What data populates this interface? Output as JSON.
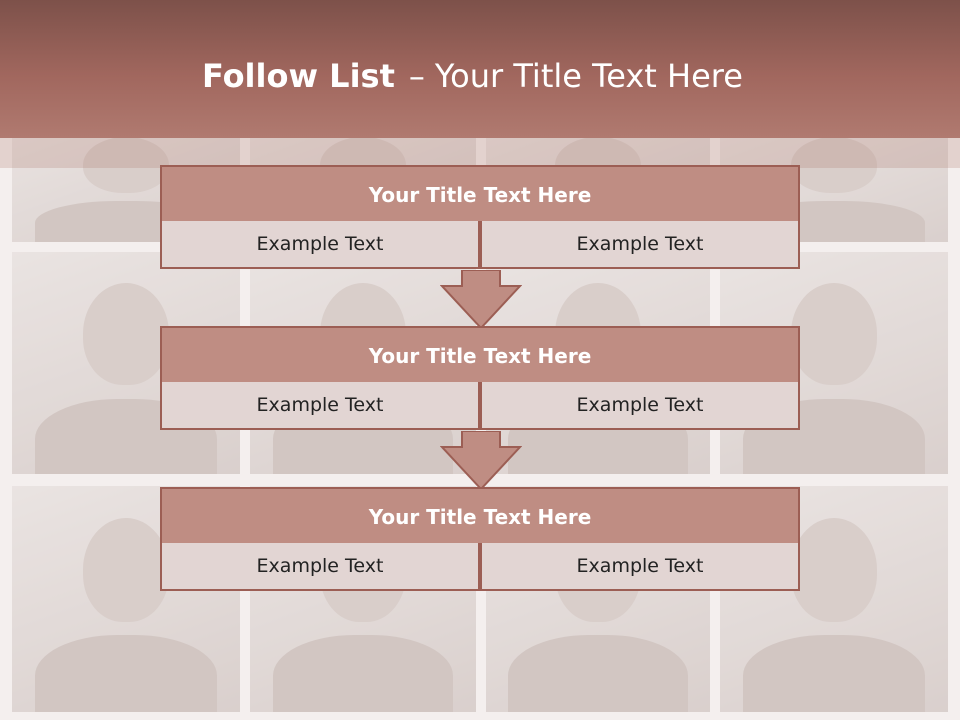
{
  "header": {
    "title_bold": "Follow List",
    "title_dash": "–",
    "title_rest": "Your Title Text Here"
  },
  "blocks": [
    {
      "title": "Your Title Text Here",
      "left": "Example Text",
      "right": "Example Text"
    },
    {
      "title": "Your Title Text Here",
      "left": "Example Text",
      "right": "Example Text"
    },
    {
      "title": "Your Title Text Here",
      "left": "Example Text",
      "right": "Example Text"
    }
  ],
  "colors": {
    "header": "#a1675e",
    "block_title": "#bf8d83",
    "block_border": "#9c5e54",
    "cell": "#e2d5d3",
    "arrow": "#bf8d83"
  }
}
